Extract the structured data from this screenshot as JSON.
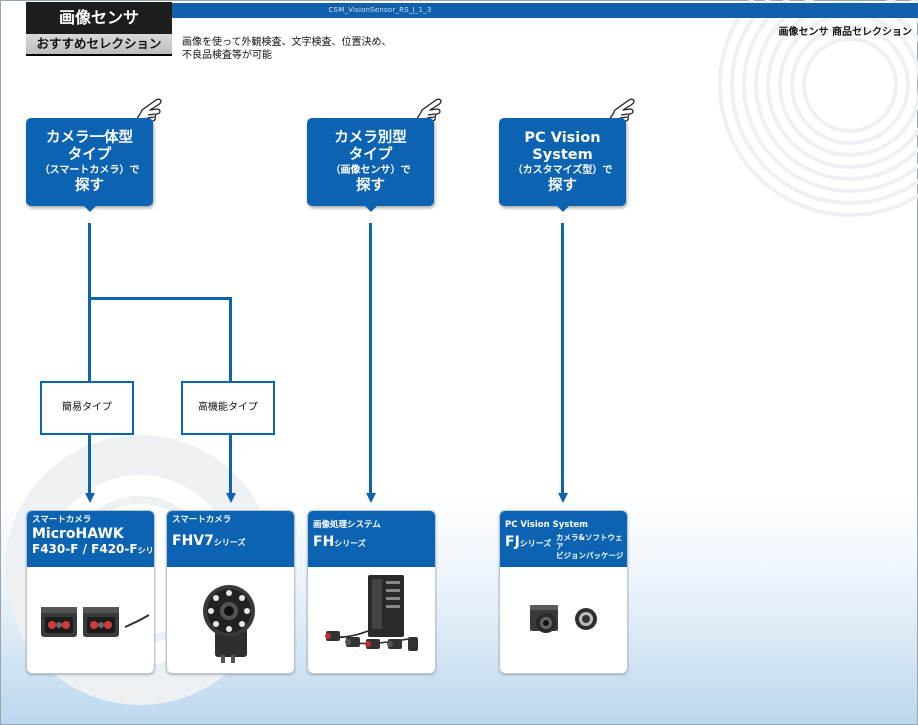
{
  "header": {
    "title": "画像センサ",
    "subtitle": "おすすめセレクション",
    "description_line1": "画像を使って外観検査、文字検査、位置決め、",
    "description_line2": "不良品検査等が可能",
    "doc_id": "CSM_VisionSensor_RS_J_1_3",
    "section_label": "画像センサ 商品セレクション"
  },
  "search_buttons": [
    {
      "line1": "カメラ一体型",
      "line2": "タイプ",
      "line3": "（スマートカメラ）で",
      "line4": "探す"
    },
    {
      "line1": "カメラ別型",
      "line2": "タイプ",
      "line3": "（画像センサ）で",
      "line4": "探す"
    },
    {
      "line1": "PC Vision",
      "line2": "System",
      "line3": "（カスタマイズ型）で",
      "line4": "探す"
    }
  ],
  "type_boxes": [
    {
      "label": "簡易タイプ"
    },
    {
      "label": "高機能タイプ"
    }
  ],
  "products": [
    {
      "category": "スマートカメラ",
      "name": "MicroHAWK",
      "name2": "F430-F / F420-F",
      "suffix": "シリーズ"
    },
    {
      "category": "スマートカメラ",
      "name": "FHV7",
      "suffix": "シリーズ"
    },
    {
      "category": "画像処理システム",
      "name": "FH",
      "suffix": "シリーズ"
    },
    {
      "category": "PC Vision System",
      "name": "FJ",
      "suffix": "シリーズ",
      "note_line1": "カメラ&ソフトウェア",
      "note_line2": "ビジョンパッケージ"
    }
  ],
  "colors": {
    "accent": "#0c63b2",
    "title_bg": "#1d1d1d"
  },
  "icons": [
    "pointing-hand-icon"
  ]
}
